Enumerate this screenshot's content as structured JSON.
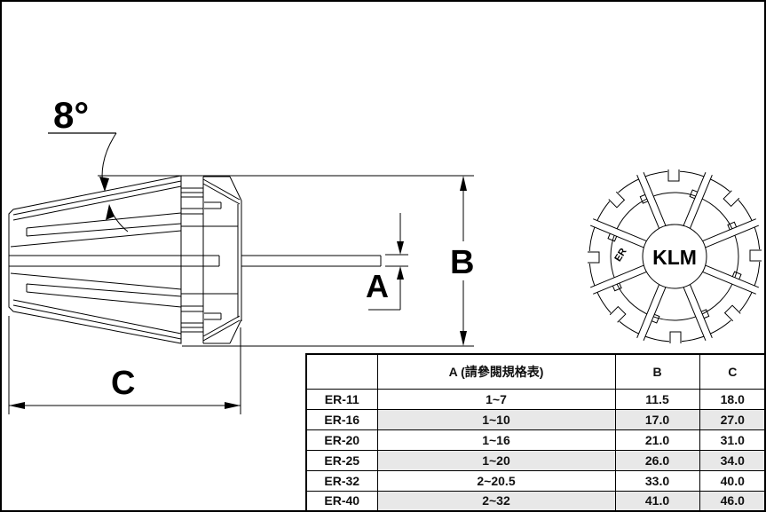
{
  "drawing": {
    "angle_label": "8°",
    "dim_labels": {
      "a": "A",
      "b": "B",
      "c": "C"
    },
    "end_view": {
      "brand": "KLM",
      "series": "ER"
    }
  },
  "table": {
    "headers": {
      "model": "",
      "a": "A (請參閱規格表)",
      "b": "B",
      "c": "C"
    },
    "rows": [
      {
        "model": "ER-11",
        "a": "1~7",
        "b": "11.5",
        "c": "18.0"
      },
      {
        "model": "ER-16",
        "a": "1~10",
        "b": "17.0",
        "c": "27.0"
      },
      {
        "model": "ER-20",
        "a": "1~16",
        "b": "21.0",
        "c": "31.0"
      },
      {
        "model": "ER-25",
        "a": "1~20",
        "b": "26.0",
        "c": "34.0"
      },
      {
        "model": "ER-32",
        "a": "2~20.5",
        "b": "33.0",
        "c": "40.0"
      },
      {
        "model": "ER-40",
        "a": "2~32",
        "b": "41.0",
        "c": "46.0"
      }
    ]
  },
  "colors": {
    "line": "#000000",
    "row_shade": "#e8e8e8",
    "background": "#ffffff"
  }
}
